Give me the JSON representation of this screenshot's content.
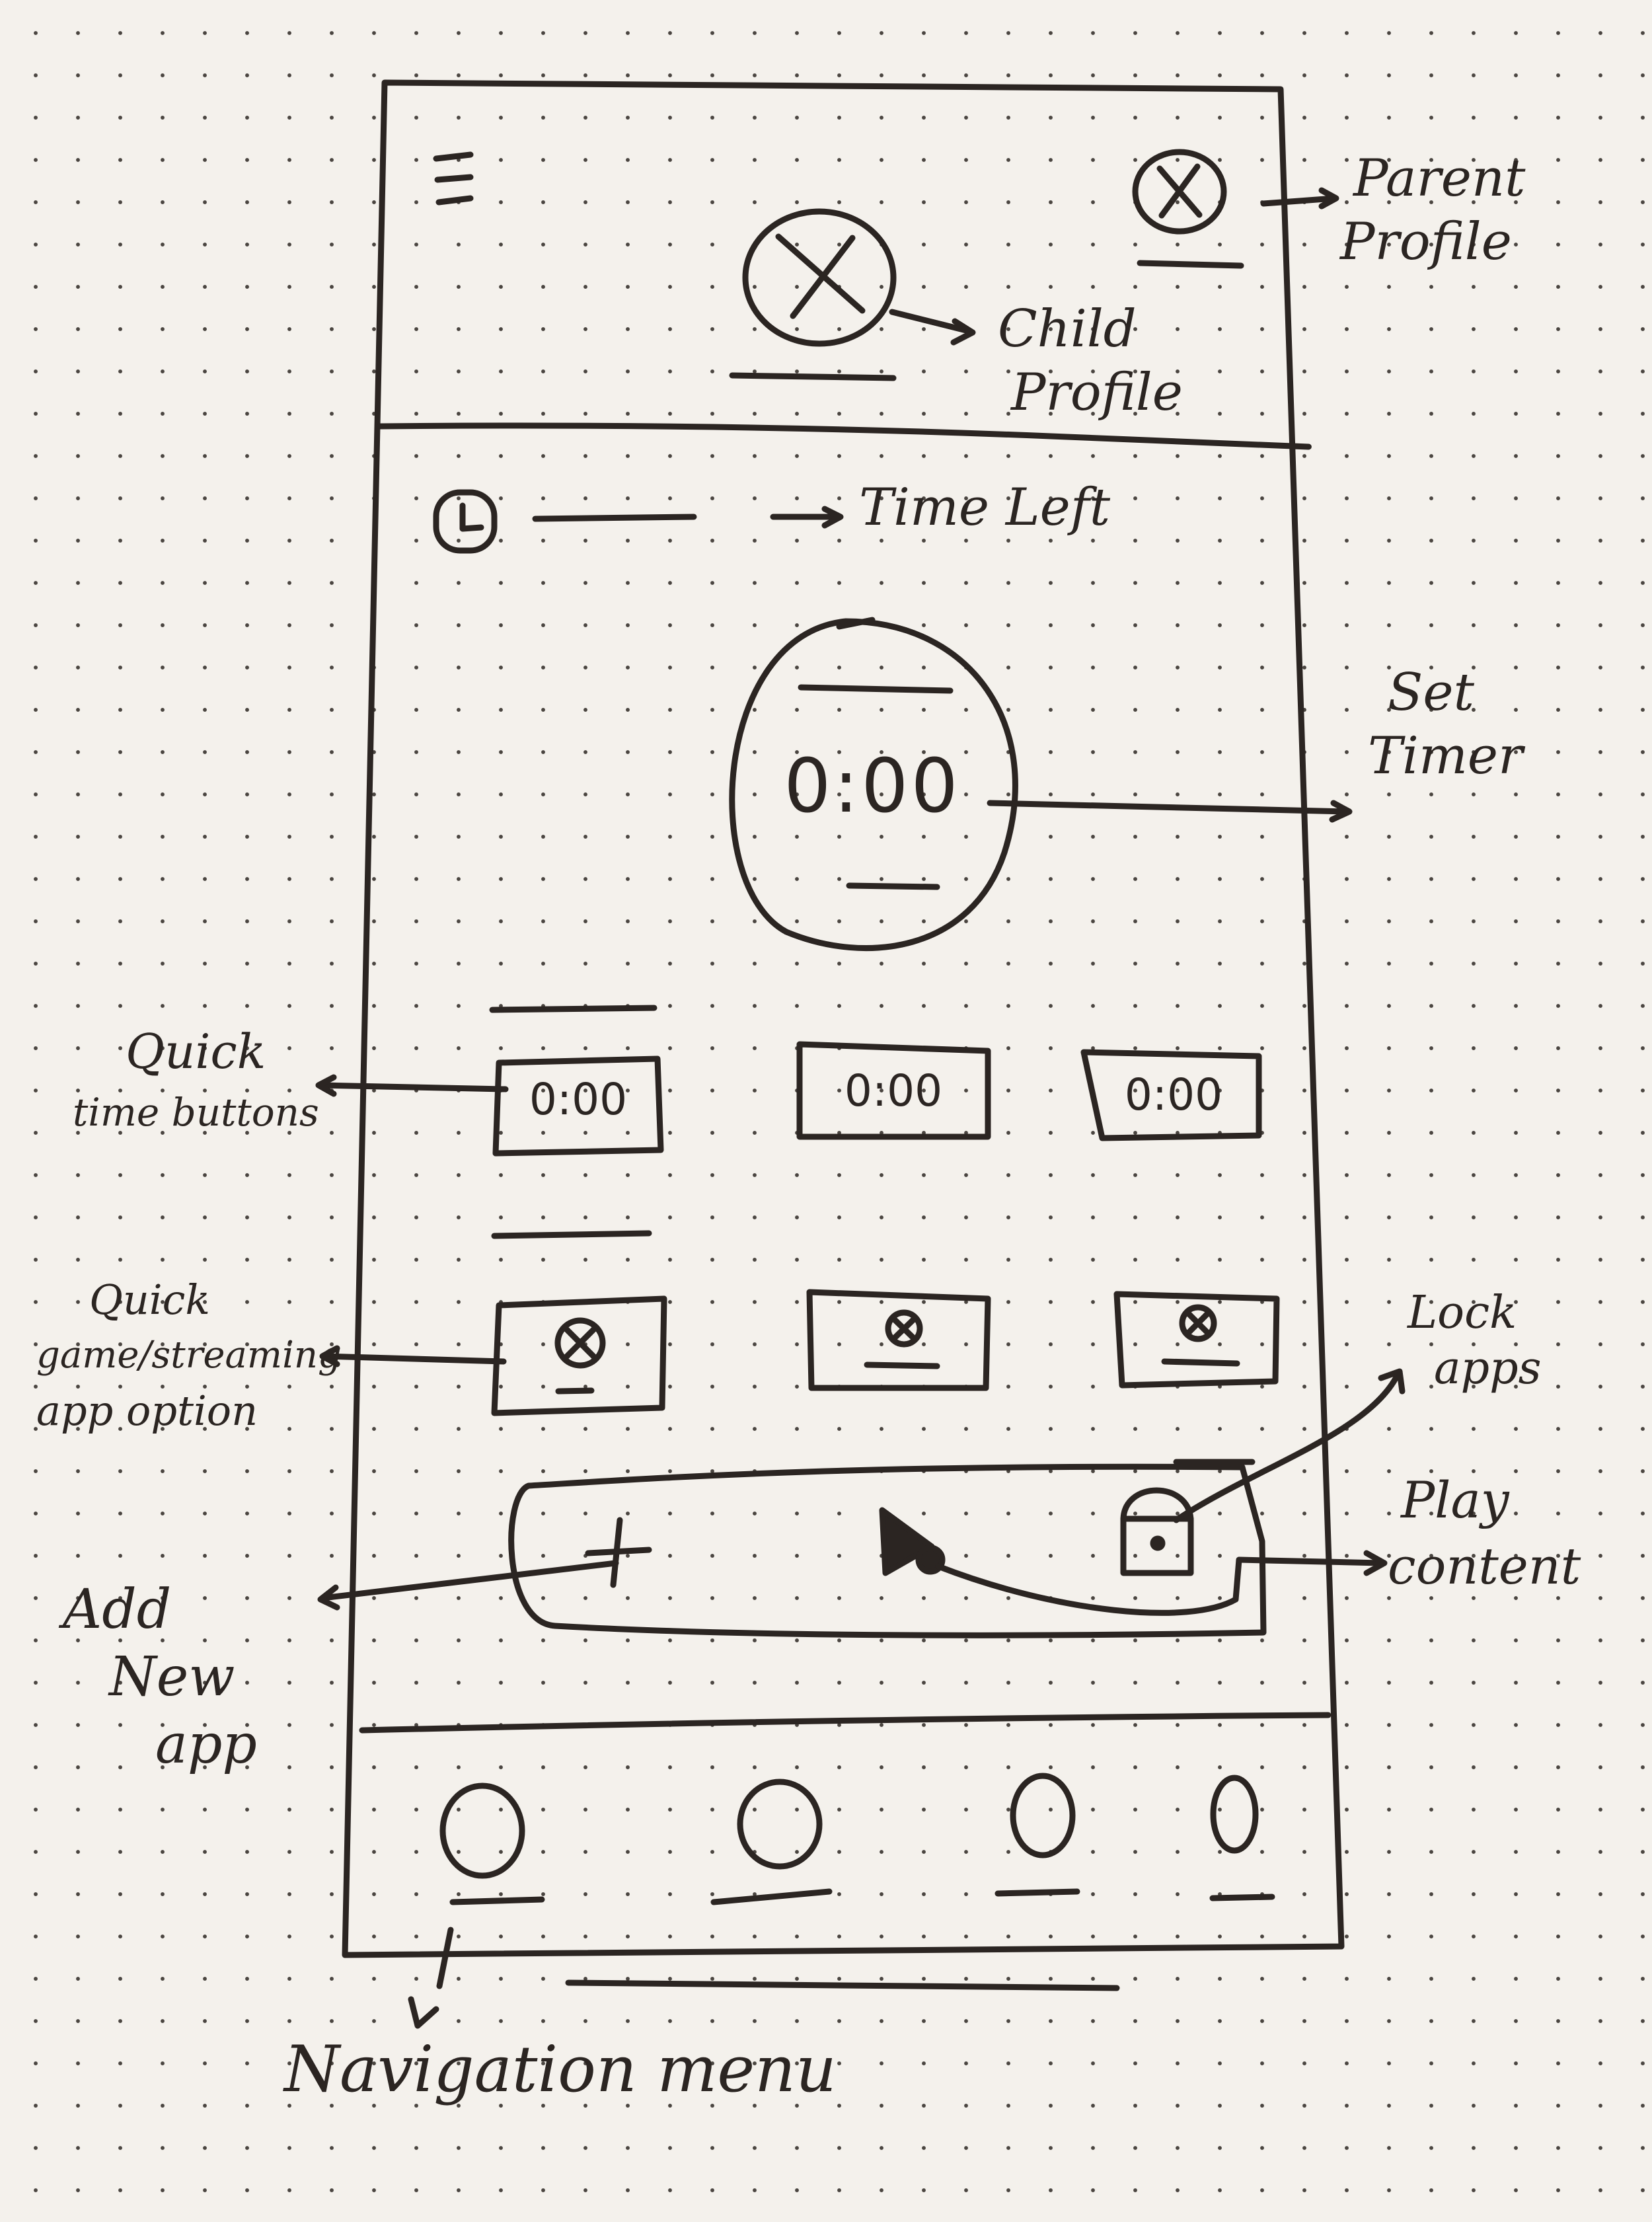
{
  "timer": {
    "display": "0:00"
  },
  "quick_time_buttons": [
    {
      "label": "0:00"
    },
    {
      "label": "0:00"
    },
    {
      "label": "0:00"
    }
  ],
  "annotations": {
    "parent_profile": [
      "Parent",
      "Profile"
    ],
    "child_profile": [
      "Child",
      "Profile"
    ],
    "time_left": "Time Left",
    "set_timer": [
      "Set",
      "Timer"
    ],
    "quick_time_buttons": [
      "Quick",
      "time buttons"
    ],
    "quick_app_option": [
      "Quick",
      "game/streaming",
      "app option"
    ],
    "lock_apps": [
      "Lock",
      "apps"
    ],
    "play_content": [
      "Play",
      "content"
    ],
    "add_new_app": [
      "Add",
      "New",
      "app"
    ],
    "navigation_menu": "Navigation menu"
  },
  "icons": {
    "menu": "hamburger-menu-icon",
    "parent_avatar": "parent-profile-avatar",
    "child_avatar": "child-profile-avatar",
    "clock": "clock-icon",
    "add": "plus-icon",
    "play": "play-icon",
    "lock": "lock-icon",
    "nav": "circle-icon"
  },
  "colors": {
    "ink": "#2b2522",
    "paper": "#f4f1ec"
  }
}
